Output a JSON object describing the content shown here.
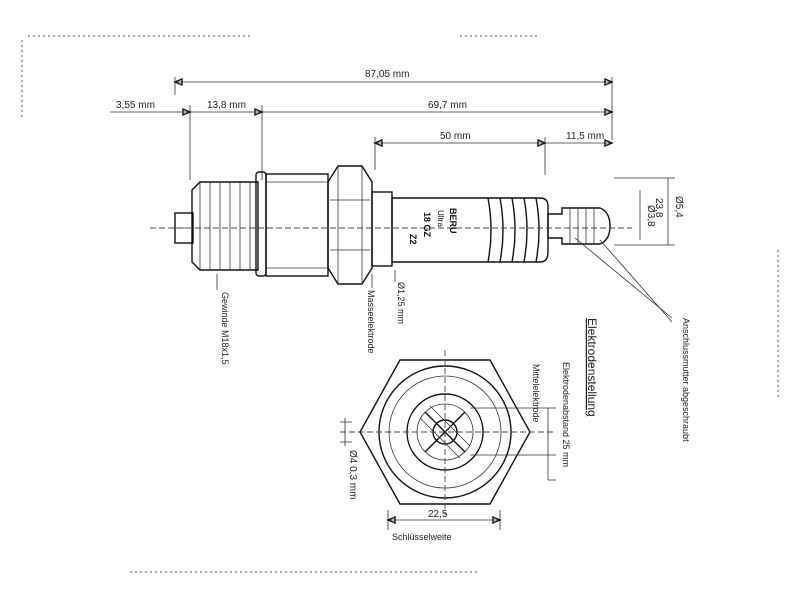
{
  "dimensions": {
    "overall_length": "87,05 mm",
    "left_offset": "3,55 mm",
    "thread_length": "13,8 mm",
    "body_length": "69,7 mm",
    "insulator_length": "50 mm",
    "terminal_length": "11,5 mm",
    "diameter_a": "Ø5,4",
    "diameter_b": "Ø3,8",
    "diameter_c": "23,8",
    "hex_width": "22,5",
    "gap": "Ø4 0,3 mm",
    "ground_electrode_dia": "Ø1,25 mm",
    "thread_spec": "Gewinde M18x1,5"
  },
  "labels": {
    "ground_electrode": "Masseelektrode",
    "center_electrode": "Mittelelektrode",
    "spark_gap": "Elektrodenabstand 25 mm",
    "wrench_size": "Schlüsselweite",
    "connector": "Anschlussmutter abgeschraubt",
    "caption": "Elektrodenstellung"
  },
  "branding": {
    "line1": "BERU",
    "line2": "Ultra",
    "line3": "18 GZ",
    "line4": "Z2"
  }
}
